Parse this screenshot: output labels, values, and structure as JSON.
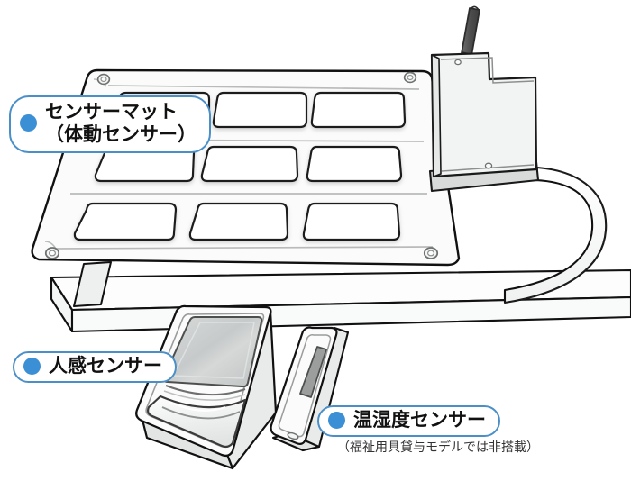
{
  "diagram": {
    "title": "見守りセンサー構成図",
    "background_color": "#ffffff",
    "accent_color": "#3b8fd4",
    "callout_border_color": "#4a8fc7"
  },
  "callouts": [
    {
      "id": "sensor-mat",
      "icon": "blue-dot-icon",
      "line1": "センサーマット",
      "line2": "（体動センサー）",
      "text": "センサーマット\n（体動センサー）"
    },
    {
      "id": "human-presence-sensor",
      "icon": "blue-dot-icon",
      "text": "人感センサー"
    },
    {
      "id": "temperature-humidity-sensor",
      "icon": "blue-dot-icon",
      "text": "温湿度センサー"
    }
  ],
  "notes": {
    "temperature_humidity": "（福祉用具貸与モデルでは非搭載）"
  },
  "devices": {
    "mat": {
      "name": "センサーマット",
      "slot_rows": 3,
      "slot_columns": 3,
      "screw_count": 4,
      "body_color": "#fbfbfb",
      "outline_color": "#111111"
    },
    "control_box": {
      "name": "コントロールボックス",
      "antenna_color": "#5a5a5a",
      "body_color": "#f2f3f3",
      "screw_count": 2
    },
    "cable": {
      "name": "フラットケーブル",
      "color": "#f6f7f7"
    },
    "base": {
      "name": "ベッドフレーム",
      "color": "#fdfdfd"
    },
    "presence_sensor": {
      "name": "人感センサー",
      "panel_color": "#c9cbcb",
      "lens_color": "#f1f2f2"
    },
    "th_sensor": {
      "name": "温湿度センサー",
      "display_color": "#9c9e9e",
      "body_color": "#fbfbfb"
    }
  }
}
